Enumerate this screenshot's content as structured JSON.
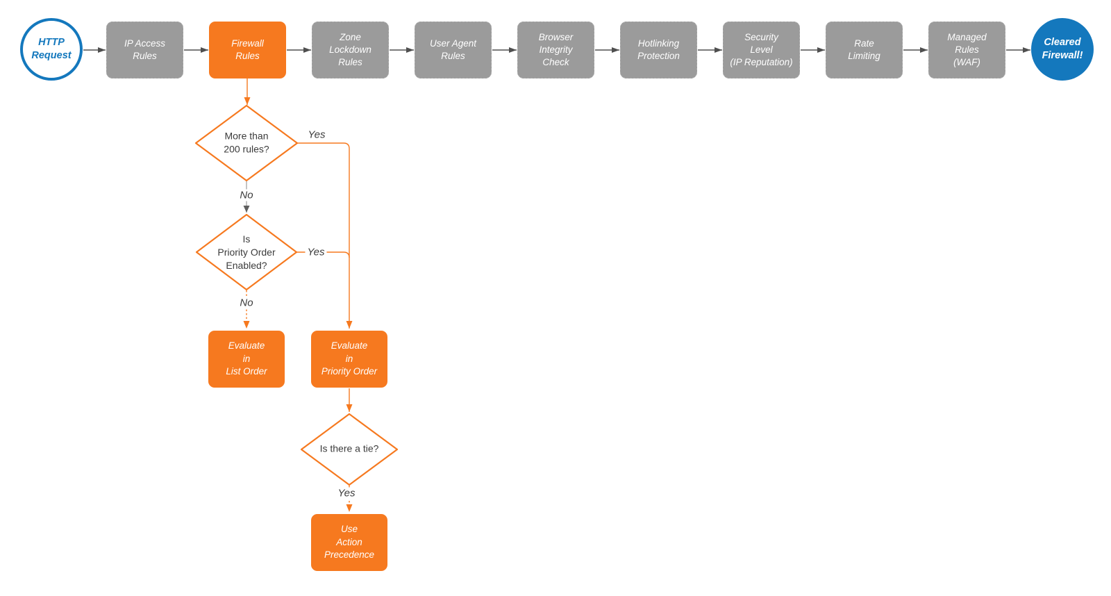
{
  "colors": {
    "accent_orange": "#f6791f",
    "node_blue": "#1478bd",
    "stage_gray": "#9b9b9b",
    "connector_dark_gray": "#4f4f4f",
    "connector_light_gray": "#ababab",
    "text_dark": "#3b3b3b"
  },
  "pipeline": {
    "start_label": "HTTP\nRequest",
    "end_label": "Cleared\nFirewall!",
    "stages": [
      {
        "label": "IP Access\nRules"
      },
      {
        "label": "Firewall\nRules",
        "highlighted": true
      },
      {
        "label": "Zone\nLockdown\nRules"
      },
      {
        "label": "User Agent\nRules"
      },
      {
        "label": "Browser\nIntegrity\nCheck"
      },
      {
        "label": "Hotlinking\nProtection"
      },
      {
        "label": "Security\nLevel\n(IP Reputation)"
      },
      {
        "label": "Rate\nLimiting"
      },
      {
        "label": "Managed\nRules\n(WAF)"
      }
    ]
  },
  "decisions": {
    "more_than_200": {
      "question": "More than\n200 rules?",
      "yes_label": "Yes",
      "no_label": "No"
    },
    "priority_enabled": {
      "question": "Is\nPriority Order\nEnabled?",
      "yes_label": "Yes",
      "no_label": "No"
    },
    "tie": {
      "question": "Is there a tie?",
      "yes_label": "Yes"
    }
  },
  "outcomes": {
    "list_order": "Evaluate\nin\nList Order",
    "priority_order": "Evaluate\nin\nPriority Order",
    "action_precedence": "Use\nAction\nPrecedence"
  }
}
